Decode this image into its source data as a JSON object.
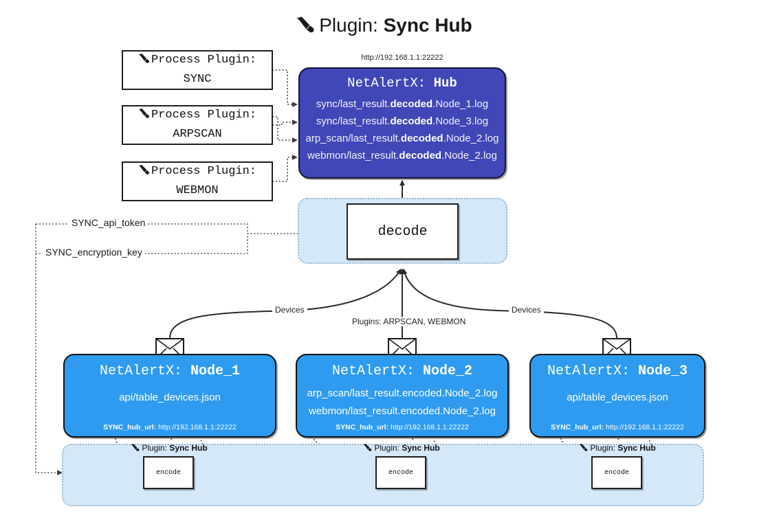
{
  "page": {
    "title_prefix": "Plugin: ",
    "title_strong": "Sync Hub",
    "plug_icon": "plug-icon"
  },
  "hub": {
    "url": "http://192.168.1.1:22222",
    "title_prefix": "NetAlertX: ",
    "title_strong": "Hub",
    "logs": [
      {
        "pre": "sync/last_result.",
        "strong": "decoded",
        "post": ".Node_1.log"
      },
      {
        "pre": "sync/last_result.",
        "strong": "decoded",
        "post": ".Node_3.log"
      },
      {
        "pre": "arp_scan/last_result.",
        "strong": "decoded",
        "post": ".Node_2.log"
      },
      {
        "pre": "webmon/last_result.",
        "strong": "decoded",
        "post": ".Node_2.log"
      }
    ]
  },
  "process_plugins": [
    {
      "line1": "Process Plugin:",
      "line2": "SYNC"
    },
    {
      "line1": "Process Plugin:",
      "line2": "ARPSCAN"
    },
    {
      "line1": "Process Plugin:",
      "line2": "WEBMON"
    }
  ],
  "decode": {
    "label": "decode"
  },
  "settings": {
    "api_token": "SYNC_api_token",
    "encryption_key": "SYNC_encryption_key"
  },
  "edge_labels": {
    "devices_left": "Devices",
    "plugins_mid": "Plugins: ARPSCAN, WEBMON",
    "devices_right": "Devices"
  },
  "nodes": [
    {
      "title_prefix": "NetAlertX: ",
      "title_strong": "Node_1",
      "lines": [
        "api/table_devices.json"
      ],
      "footer_label": "SYNC_hub_url:",
      "footer_value": " http://192.168.1.1:22222"
    },
    {
      "title_prefix": "NetAlertX: ",
      "title_strong": "Node_2",
      "lines": [
        "arp_scan/last_result.encoded.Node_2.log",
        "webmon/last_result.encoded.Node_2.log"
      ],
      "footer_label": "SYNC_hub_url:",
      "footer_value": " http://192.168.1.1:22222"
    },
    {
      "title_prefix": "NetAlertX: ",
      "title_strong": "Node_3",
      "lines": [
        "api/table_devices.json"
      ],
      "footer_label": "SYNC_hub_url:",
      "footer_value": " http://192.168.1.1:22222"
    }
  ],
  "encoders": [
    {
      "caption_prefix": "Plugin: ",
      "caption_strong": "Sync Hub",
      "label": "encode"
    },
    {
      "caption_prefix": "Plugin: ",
      "caption_strong": "Sync Hub",
      "label": "encode"
    },
    {
      "caption_prefix": "Plugin: ",
      "caption_strong": "Sync Hub",
      "label": "encode"
    }
  ],
  "colors": {
    "hub_fill": "#4147b6",
    "node_fill": "#2e9bf0",
    "container_fill": "#d4e8f9",
    "stroke": "#1f1f1f",
    "dotted": "#555555"
  }
}
